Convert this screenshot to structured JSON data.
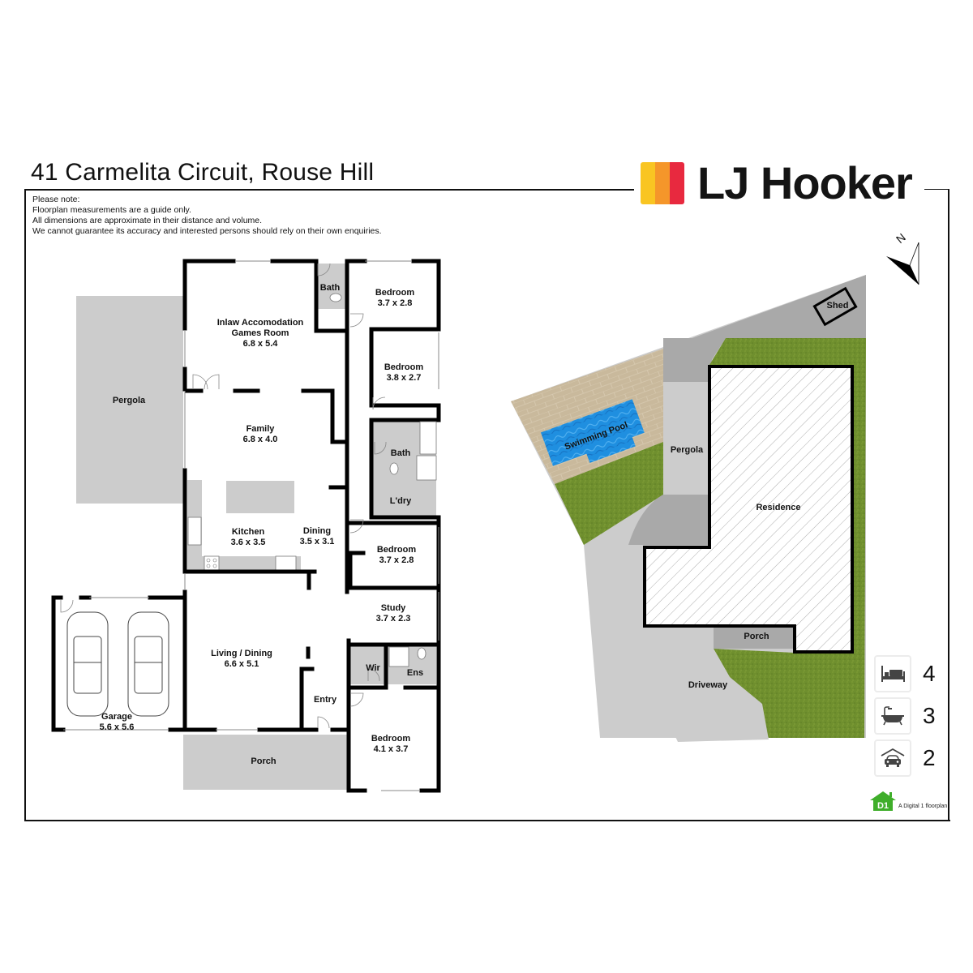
{
  "header": {
    "title": "41 Carmelita Circuit, Rouse Hill",
    "brand": {
      "name": "LJ Hooker",
      "bar_colors": [
        "#f9c522",
        "#f5962a",
        "#e8293f"
      ]
    }
  },
  "disclaimer": {
    "lines": [
      "Please note:",
      "Floorplan measurements are a guide only.",
      "All dimensions are approximate in their distance and volume.",
      "We cannot guarantee its accuracy and interested persons should rely on their own enquiries."
    ]
  },
  "floorplan": {
    "rooms": [
      {
        "name": "Pergola",
        "dims": ""
      },
      {
        "name": "Bath",
        "dims": ""
      },
      {
        "name": "Bedroom",
        "dims": "3.7 x 2.8"
      },
      {
        "name": "Inlaw Accomodation",
        "name2": "Games Room",
        "dims": "6.8 x 5.4"
      },
      {
        "name": "Bedroom",
        "dims": "3.8 x 2.7"
      },
      {
        "name": "Family",
        "dims": "6.8 x 4.0"
      },
      {
        "name": "Bath",
        "dims": ""
      },
      {
        "name": "L'dry",
        "dims": ""
      },
      {
        "name": "Kitchen",
        "dims": "3.6 x 3.5"
      },
      {
        "name": "Dining",
        "dims": "3.5 x 3.1"
      },
      {
        "name": "Bedroom",
        "dims": "3.7 x 2.8"
      },
      {
        "name": "Study",
        "dims": "3.7 x 2.3"
      },
      {
        "name": "Living / Dining",
        "dims": "6.6 x 5.1"
      },
      {
        "name": "Wir",
        "dims": ""
      },
      {
        "name": "Ens",
        "dims": ""
      },
      {
        "name": "Entry",
        "dims": ""
      },
      {
        "name": "Garage",
        "dims": "5.6 x 5.6"
      },
      {
        "name": "Bedroom",
        "dims": "4.1 x 3.7"
      },
      {
        "name": "Porch",
        "dims": ""
      }
    ]
  },
  "siteplan": {
    "labels": {
      "shed": "Shed",
      "pool": "Swimming Pool",
      "pergola": "Pergola",
      "residence": "Residence",
      "porch": "Porch",
      "driveway": "Driveway"
    },
    "compass_label": "N",
    "colors": {
      "grass": "#6f8f2e",
      "paving": "#c9b99c",
      "pool": "#1f8fe0",
      "concrete_light": "#cccccc",
      "concrete_dark": "#a9a9a9"
    }
  },
  "stats": [
    {
      "icon": "bed-icon",
      "value": "4"
    },
    {
      "icon": "bath-icon",
      "value": "3"
    },
    {
      "icon": "garage-car-icon",
      "value": "2"
    }
  ],
  "credit": {
    "badge": "D1",
    "text": "A Digital 1 floorplan",
    "color": "#3fae2a"
  }
}
